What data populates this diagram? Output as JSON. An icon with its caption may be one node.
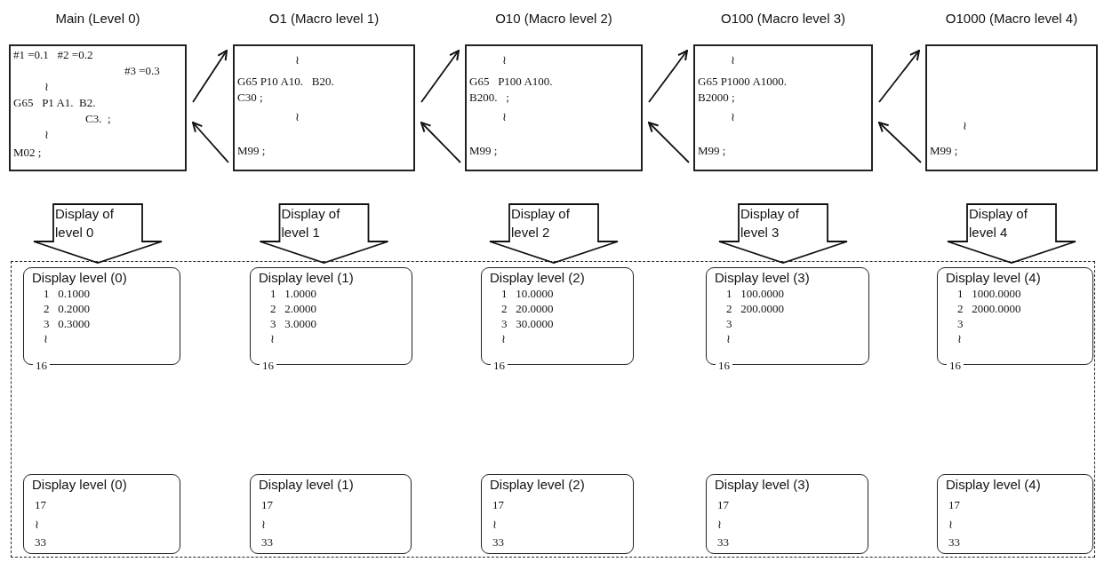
{
  "diagram": {
    "nodes": [
      {
        "text": [
          "Main (Level 0)",
          "#1 =0.1   #2 =0.2",
          "#3 =0.3",
          "≀",
          "G65   P1 A1.  B2.",
          "C3.  ;",
          "≀",
          "M02 ;"
        ]
      },
      {
        "text": [
          "O1 (Macro level 1)",
          "≀",
          "G65 P10 A10.   B20.",
          "C30 ;",
          "≀",
          "M99 ;"
        ]
      },
      {
        "text": [
          "O10 (Macro level 2)",
          "≀",
          "G65   P100 A100.",
          "B200.   ;",
          "≀",
          "M99 ;"
        ]
      },
      {
        "text": [
          "O100 (Macro level 3)",
          "≀",
          "G65 P1000 A1000.",
          "B2000 ;",
          "≀",
          "M99 ;"
        ]
      },
      {
        "text": [
          "O1000 (Macro level 4)",
          "≀",
          "M99 ;"
        ]
      },
      {
        "text": [],
        "shape": "box"
      },
      {
        "text": [
          "Display level (0)",
          "1   0.1000",
          "2   0.2000",
          "3   0.3000",
          "≀",
          "16"
        ],
        "in": 5
      },
      {
        "text": [
          "Display level (1)",
          "1   1.0000",
          "2   2.0000",
          "3   3.0000",
          "≀",
          "16"
        ],
        "in": 5
      },
      {
        "text": [
          "Display level (2)",
          "1   10.0000",
          "2   20.0000",
          "3   30.0000",
          "≀",
          "16"
        ],
        "in": 5
      },
      {
        "text": [
          "Display level (3)",
          "1   100.0000",
          "2   200.0000",
          "3",
          "≀",
          "16"
        ],
        "in": 5
      },
      {
        "text": [
          "Display level (4)",
          "1   1000.0000",
          "2   2000.0000",
          "3",
          "≀",
          "16"
        ],
        "in": 5
      },
      {
        "text": [
          "Display level (0)",
          "17",
          "≀",
          "33"
        ],
        "in": 5
      },
      {
        "text": [
          "Display level (1)",
          "17",
          "≀",
          "33"
        ],
        "in": 5
      },
      {
        "text": [
          "Display level (2)",
          "17",
          "≀",
          "33"
        ],
        "in": 5
      },
      {
        "text": [
          "Display level (3)",
          "17",
          "≀",
          "33"
        ],
        "in": 5
      },
      {
        "text": [
          "Display level (4)",
          "17",
          "≀",
          "33"
        ],
        "in": 5
      }
    ],
    "edges": [
      {
        "from": 0,
        "to": 1,
        "arrow": "to"
      },
      {
        "from": 1,
        "to": 0,
        "arrow": "to"
      },
      {
        "from": 1,
        "to": 2,
        "arrow": "to"
      },
      {
        "from": 2,
        "to": 1,
        "arrow": "to"
      },
      {
        "from": 2,
        "to": 3,
        "arrow": "to"
      },
      {
        "from": 3,
        "to": 2,
        "arrow": "to"
      },
      {
        "from": 3,
        "to": 4,
        "arrow": "to"
      },
      {
        "from": 4,
        "to": 3,
        "arrow": "to"
      },
      {
        "from": 0,
        "to": 6,
        "arrow": "to",
        "label": "Display of level 0",
        "style": "thick"
      },
      {
        "from": 1,
        "to": 7,
        "arrow": "to",
        "label": "Display of level 1",
        "style": "thick"
      },
      {
        "from": 2,
        "to": 8,
        "arrow": "to",
        "label": "Display of level 2",
        "style": "thick"
      },
      {
        "from": 3,
        "to": 9,
        "arrow": "to",
        "label": "Display of level 3",
        "style": "thick"
      },
      {
        "from": 4,
        "to": 10,
        "arrow": "to",
        "label": "Display of level 4",
        "style": "thick"
      }
    ]
  }
}
